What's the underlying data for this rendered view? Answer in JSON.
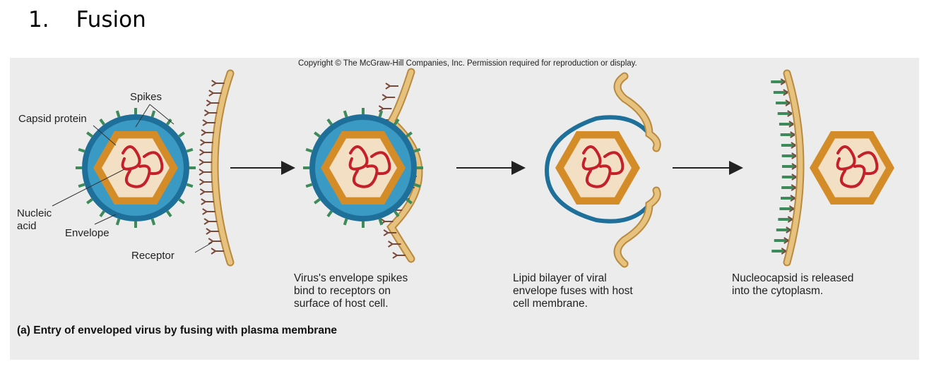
{
  "slide": {
    "number": "1.",
    "title": "Fusion"
  },
  "figure": {
    "copyright": "Copyright © The McGraw-Hill Companies, Inc. Permission required for reproduction or display.",
    "labels": {
      "spikes": "Spikes",
      "capsid_protein": "Capsid protein",
      "nucleic_acid_line1": "Nucleic",
      "nucleic_acid_line2": "acid",
      "envelope": "Envelope",
      "receptor": "Receptor"
    },
    "steps": [
      {
        "lines": [
          "Virus's envelope spikes",
          "bind to receptors on",
          "surface of host cell."
        ]
      },
      {
        "lines": [
          "Lipid bilayer of viral",
          "envelope fuses with host",
          "cell membrane."
        ]
      },
      {
        "lines": [
          "Nucleocapsid is released",
          "into the cytoplasm."
        ]
      }
    ],
    "panel_caption": "(a) Entry of enveloped virus by fusing with plasma membrane",
    "colors": {
      "envelope": "#2a7fa6",
      "capsid": "#d4902a",
      "nucleic_acid": "#c4202a",
      "membrane": "#e6c27e",
      "spike": "#3d8a5a",
      "receptor": "#7a4a3a"
    }
  }
}
